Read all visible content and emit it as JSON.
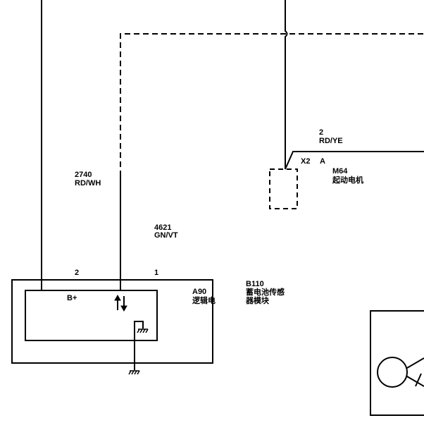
{
  "wires": {
    "rd_wh": {
      "number": "2740",
      "color_code": "RD/WH"
    },
    "gn_vt": {
      "number": "4621",
      "color_code": "GN/VT"
    },
    "rd_ye": {
      "number": "2",
      "color_code": "RD/YE"
    }
  },
  "pins": {
    "pin_2": "2",
    "pin_1": "1",
    "b_plus": "B+"
  },
  "components": {
    "a90": {
      "id": "A90",
      "name": "逻辑电"
    },
    "b110": {
      "id": "B110",
      "name_line1": "蓄电池传感",
      "name_line2": "器模块"
    },
    "m64": {
      "id": "M64",
      "name": "起动电机"
    }
  },
  "connector": {
    "id": "X2",
    "pin": "A"
  },
  "colors": {
    "line": "#000000",
    "background": "#ffffff"
  }
}
